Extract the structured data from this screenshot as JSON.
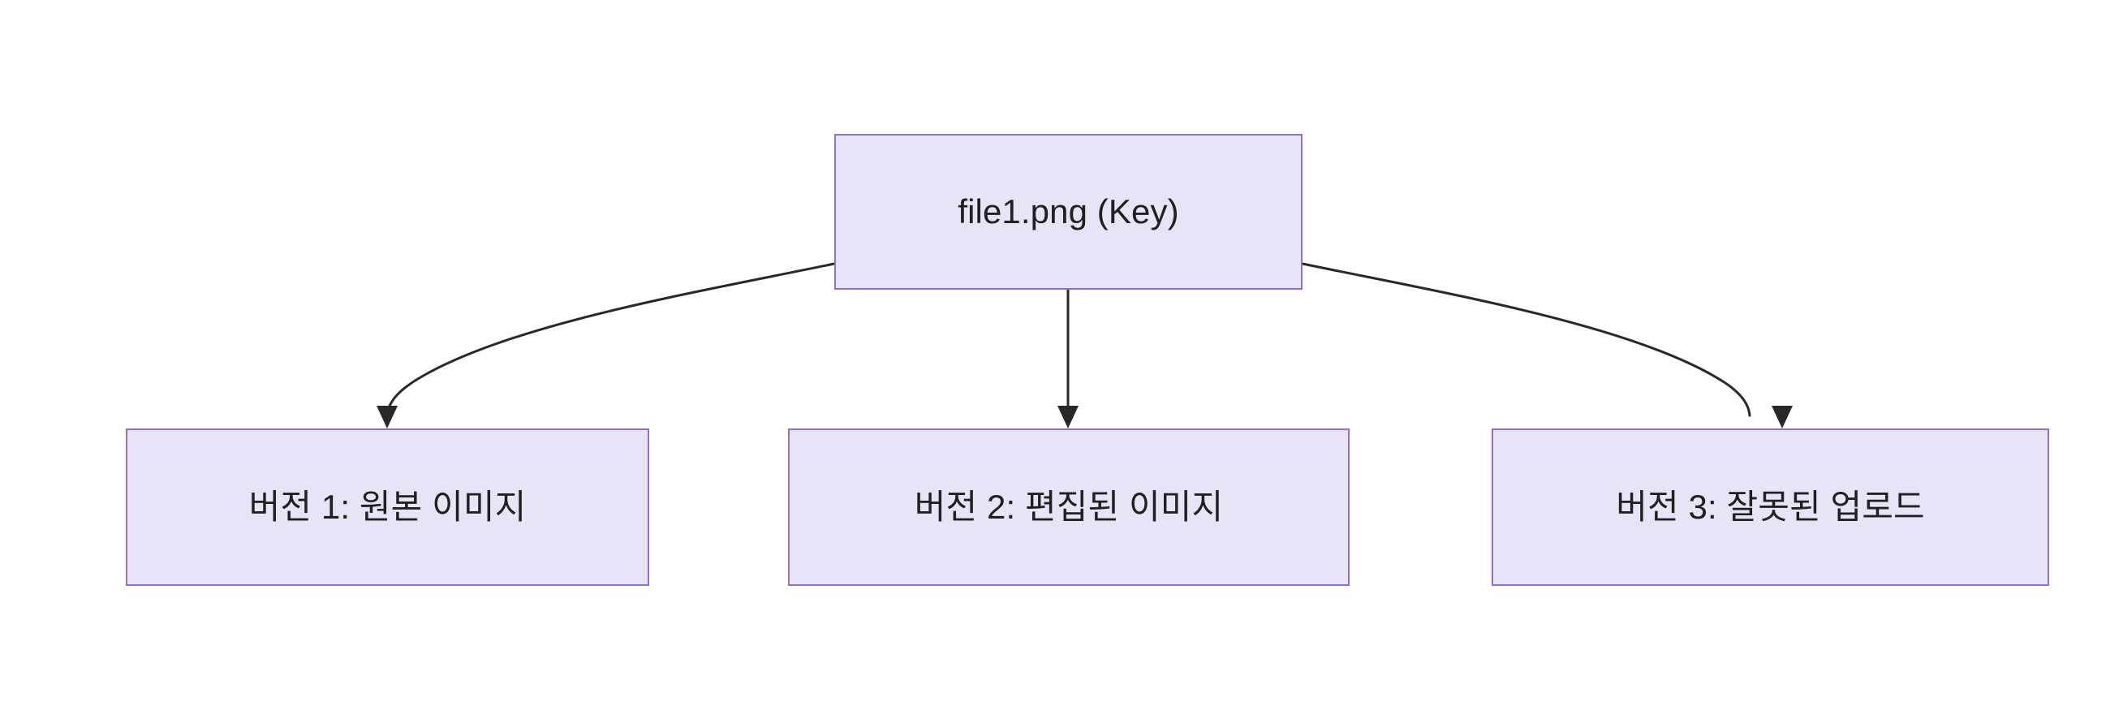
{
  "diagram": {
    "type": "flowchart",
    "direction": "top-down",
    "background_color": "#ffffff",
    "node_fill_color": "#e8e4f8",
    "node_border_color": "#9370c8",
    "node_text_color": "#1f2020",
    "edge_color": "#26282a",
    "nodes": [
      {
        "id": "root",
        "label": "file1.png (Key)",
        "role": "key"
      },
      {
        "id": "v1",
        "label": "버전 1: 원본 이미지",
        "role": "version"
      },
      {
        "id": "v2",
        "label": "버전 2: 편집된 이미지",
        "role": "version"
      },
      {
        "id": "v3",
        "label": "버전 3: 잘못된 업로드",
        "role": "version"
      }
    ],
    "edges": [
      {
        "from": "root",
        "to": "v1",
        "style": "curved",
        "arrow": "filled-triangle"
      },
      {
        "from": "root",
        "to": "v2",
        "style": "straight",
        "arrow": "filled-triangle"
      },
      {
        "from": "root",
        "to": "v3",
        "style": "curved",
        "arrow": "filled-triangle"
      }
    ]
  }
}
